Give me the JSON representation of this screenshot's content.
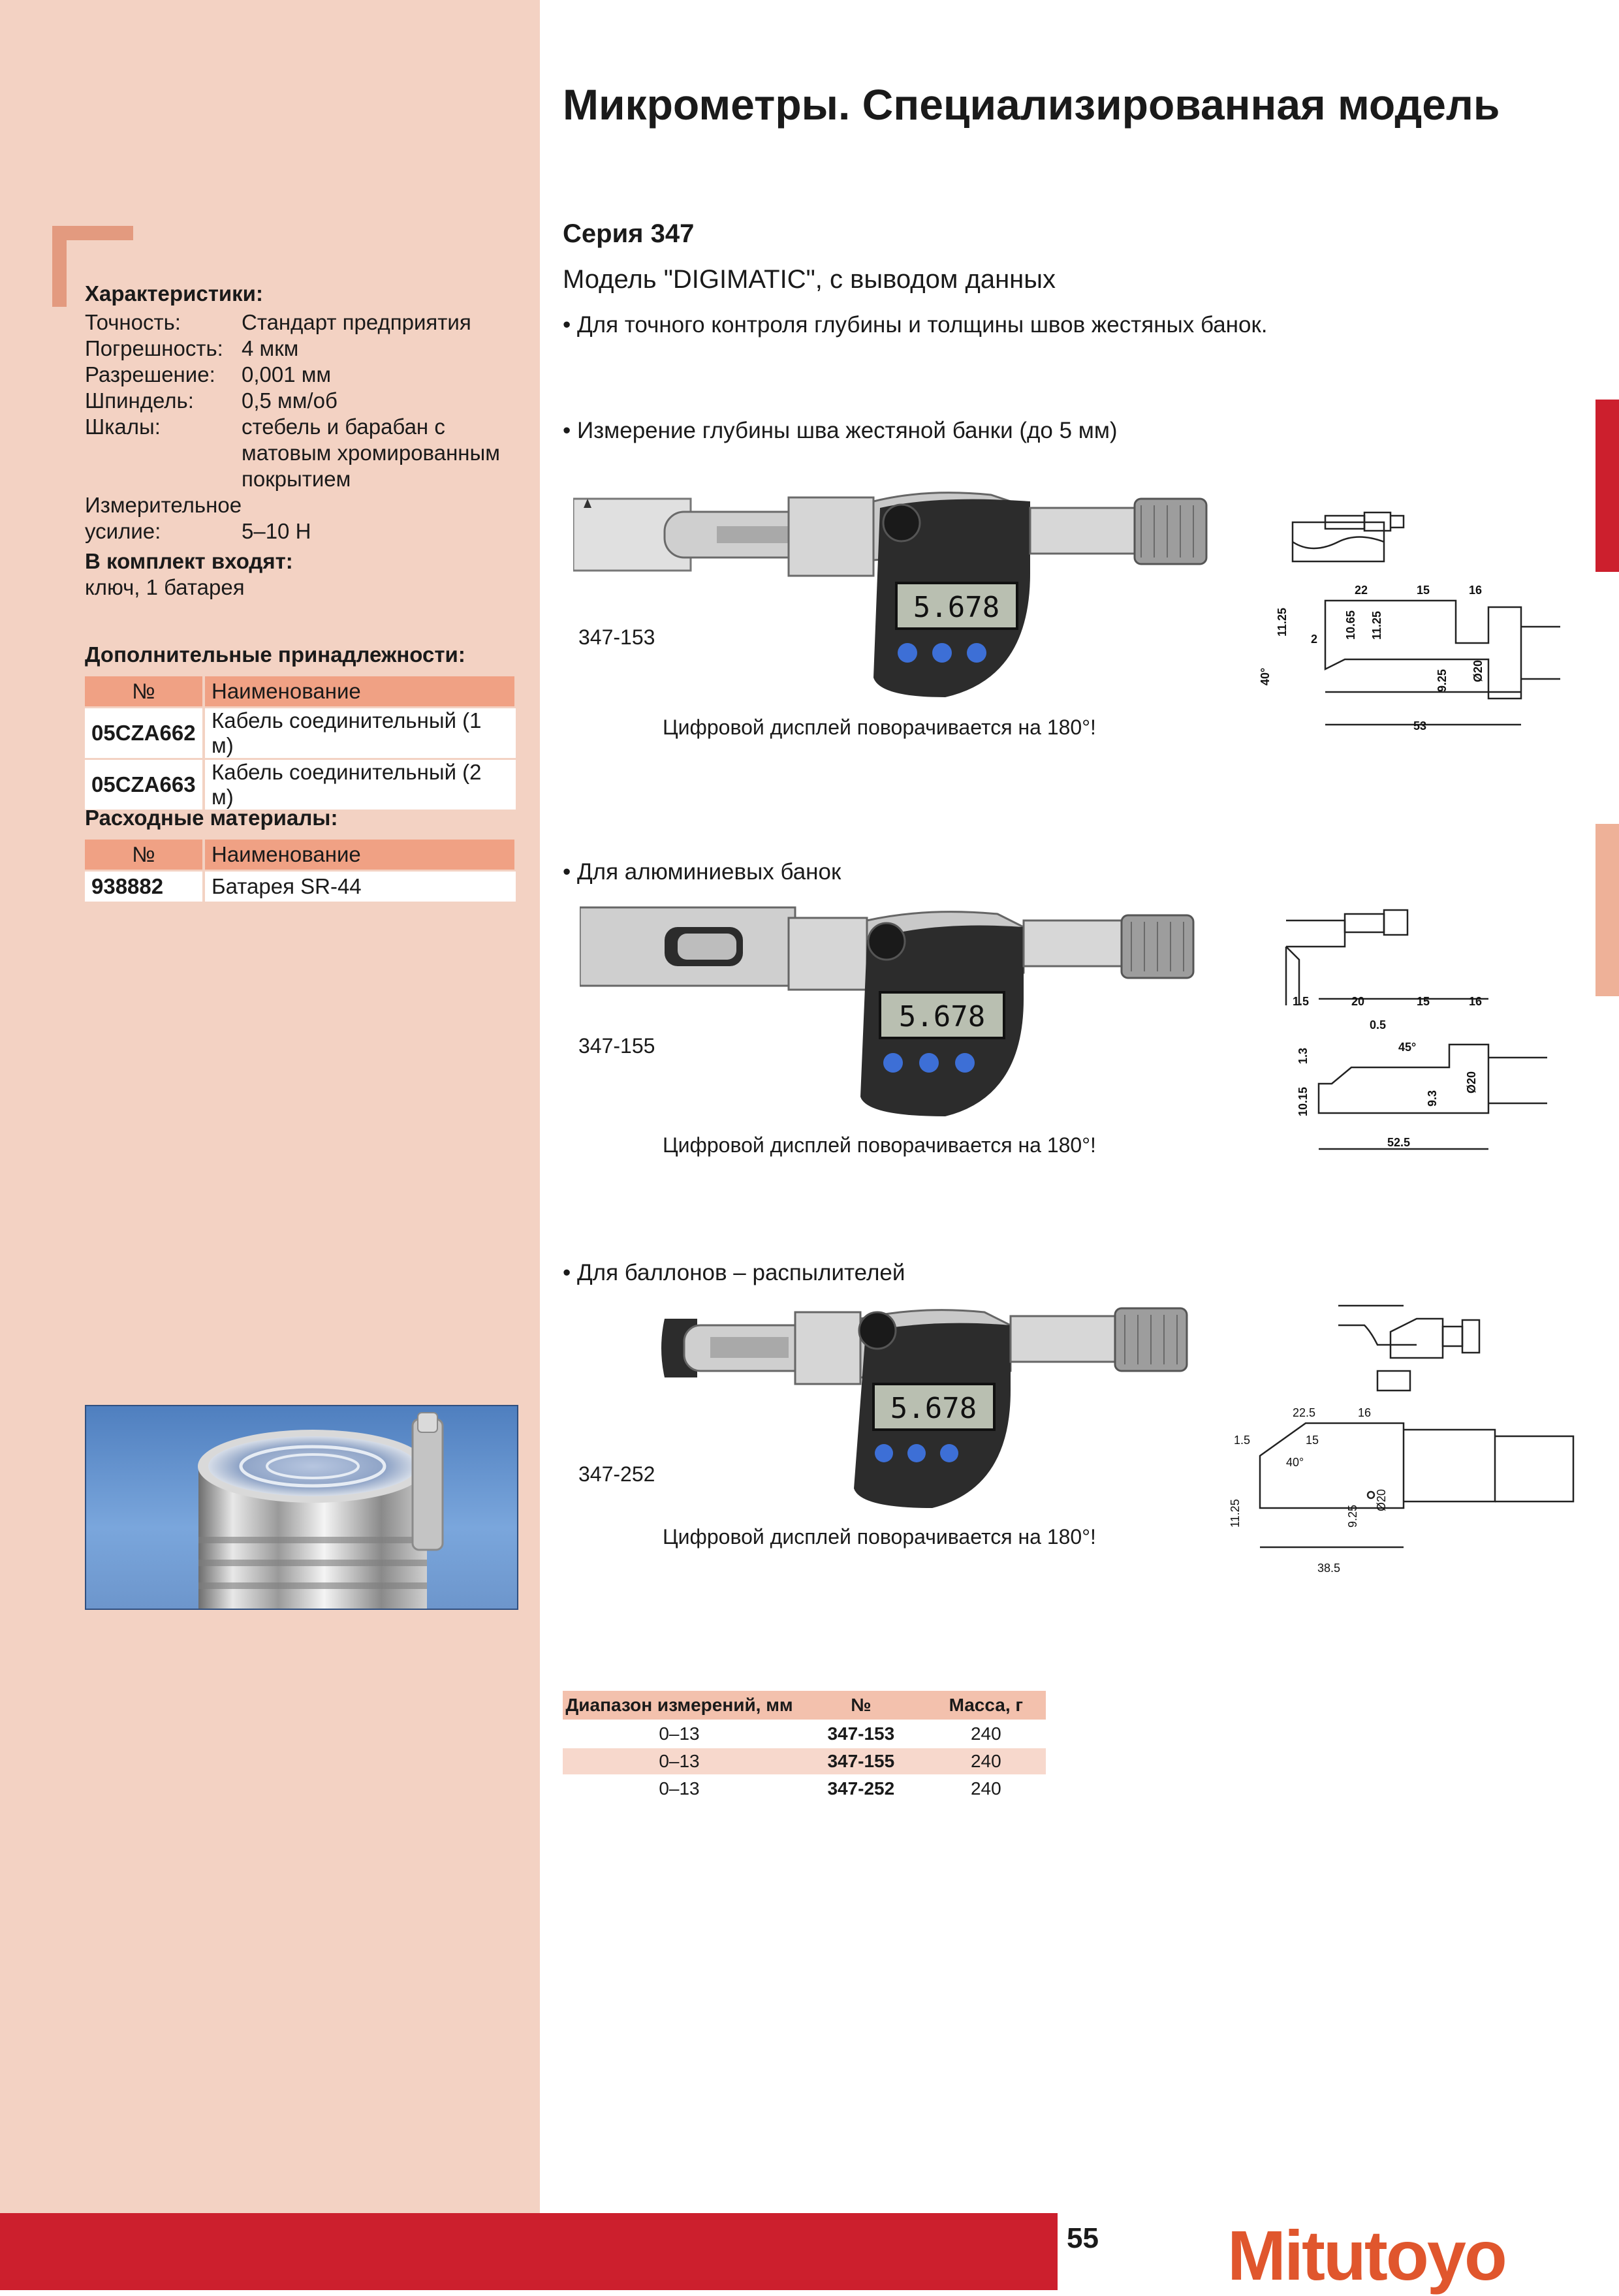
{
  "sidebar": {
    "characteristics": {
      "title": "Характеристики:",
      "rows": [
        {
          "k": "Точность:",
          "v": "Стандарт предприятия"
        },
        {
          "k": "Погрешность:",
          "v": "4 мкм"
        },
        {
          "k": "Разрешение:",
          "v": "0,001 мм"
        },
        {
          "k": "Шпиндель:",
          "v": "0,5 мм/об"
        },
        {
          "k": "Шкалы:",
          "v": "стебель и барабан с матовым хромированным покрытием"
        },
        {
          "k": "Измерительное усилие:",
          "v": "5–10 Н"
        }
      ],
      "kit_title": "В комплект входят:",
      "kit_value": "ключ, 1 батарея"
    },
    "accessories": {
      "title": "Дополнительные принадлежности:",
      "col_no": "№",
      "col_name": "Наименование",
      "rows": [
        {
          "no": "05CZA662",
          "name": "Кабель соединительный (1 м)"
        },
        {
          "no": "05CZA663",
          "name": "Кабель соединительный (2 м)"
        }
      ]
    },
    "consumables": {
      "title": "Расходные материалы:",
      "col_no": "№",
      "col_name": "Наименование",
      "rows": [
        {
          "no": "938882",
          "name": "Батарея SR-44"
        }
      ]
    }
  },
  "main": {
    "title": "Микрометры. Специализированная модель",
    "series": "Серия 347",
    "model": "Модель \"DIGIMATIC\", с выводом данных",
    "intro_bullet": "• Для точного контроля глубины и толщины швов жестяных банок.",
    "products": [
      {
        "bullet": "• Измерение глубины шва жестяной банки (до 5 мм)",
        "code": "347-153",
        "caption": "Цифровой дисплей поворачивается на 180°!",
        "display": "5.678",
        "dims": {
          "a": "22",
          "b": "15",
          "c": "16",
          "d": "11.25",
          "e": "2",
          "f": "10.65",
          "g": "11.25",
          "h": "9.25",
          "i": "Ø20",
          "j": "40°",
          "k": "53"
        }
      },
      {
        "bullet": "• Для алюминиевых банок",
        "code": "347-155",
        "caption": "Цифровой дисплей поворачивается на 180°!",
        "display": "5.678",
        "dims": {
          "a": "1.5",
          "b": "20",
          "c": "15",
          "d": "16",
          "e": "0.5",
          "f": "45°",
          "g": "1.3",
          "h": "10.15",
          "i": "9.3",
          "j": "Ø20",
          "k": "52.5"
        }
      },
      {
        "bullet": "• Для баллонов – распылителей",
        "code": "347-252",
        "caption": "Цифровой дисплей поворачивается на 180°!",
        "display": "5.678",
        "dims": {
          "a": "22.5",
          "b": "16",
          "c": "1.5",
          "d": "15",
          "e": "40°",
          "f": "11.25",
          "g": "9.25",
          "h": "Ø20",
          "i": "38.5"
        }
      }
    ],
    "table": {
      "headers": [
        "Диапазон измерений, мм",
        "№",
        "Масса, г"
      ],
      "rows": [
        [
          "0–13",
          "347-153",
          "240"
        ],
        [
          "0–13",
          "347-155",
          "240"
        ],
        [
          "0–13",
          "347-252",
          "240"
        ]
      ]
    }
  },
  "footer": {
    "page_number": "55",
    "logo": "Mitutoyo"
  },
  "colors": {
    "sidebar_bg": "#f3d2c3",
    "accent_red": "#cc1f2d",
    "header_salmon": "#f0a184",
    "logo": "#e0562d"
  }
}
